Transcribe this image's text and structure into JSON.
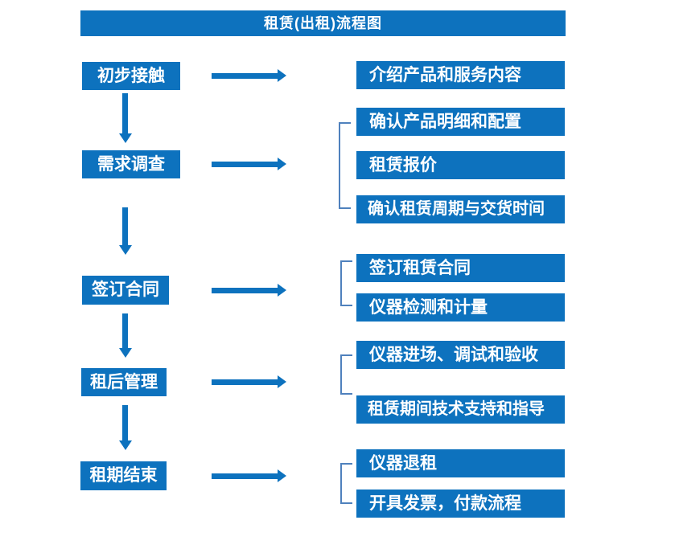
{
  "title": "租赁(出租)流程图",
  "colors": {
    "primary_blue": "#0d72be",
    "bracket_blue": "#4f81bd",
    "text_white": "#ffffff",
    "background": "#ffffff"
  },
  "icons": {
    "right_arrow": "arrow pointing right",
    "down_arrow": "arrow pointing down",
    "group_bracket": "left square bracket grouping outputs"
  },
  "flow": {
    "stages": [
      {
        "label": "初步接触",
        "outputs": [
          "介绍产品和服务内容"
        ]
      },
      {
        "label": "需求调查",
        "outputs": [
          "确认产品明细和配置",
          "租赁报价",
          "确认租赁周期与交货时间"
        ]
      },
      {
        "label": "签订合同",
        "outputs": [
          "签订租赁合同",
          "仪器检测和计量"
        ]
      },
      {
        "label": "租后管理",
        "outputs": [
          "仪器进场、调试和验收",
          "租赁期间技术支持和指导"
        ]
      },
      {
        "label": "租期结束",
        "outputs": [
          "仪器退租",
          "开具发票，付款流程"
        ]
      }
    ]
  }
}
